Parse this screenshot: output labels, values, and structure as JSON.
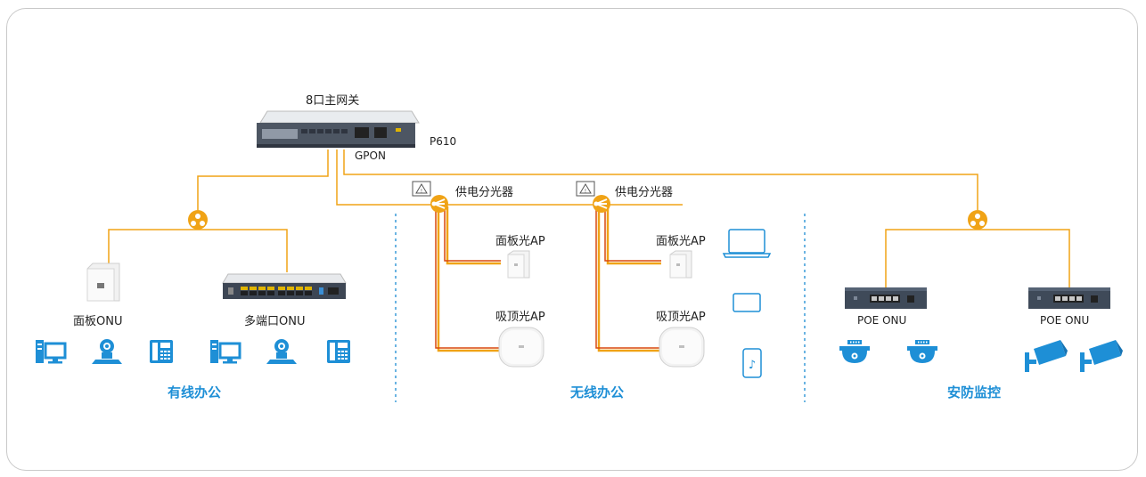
{
  "gateway": {
    "title": "8口主网关",
    "model": "P610",
    "port": "GPON"
  },
  "splitters": [
    {
      "label": "供电分光器"
    },
    {
      "label": "供电分光器"
    }
  ],
  "wired": {
    "devices": [
      "面板ONU",
      "多端口ONU"
    ],
    "section": "有线办公"
  },
  "wireless": {
    "ap_panel": "面板光AP",
    "ap_ceiling": "吸顶光AP",
    "section": "无线办公"
  },
  "security": {
    "onu": "POE ONU",
    "section": "安防监控"
  },
  "colors": {
    "fiber": "#f0a316",
    "fiber_dark": "#d9480f",
    "accent_blue": "#1e8fd6",
    "divider": "#3a9bd8"
  },
  "icons": [
    "router-icon",
    "splitter-icon",
    "power-splitter-icon",
    "panel-onu-icon",
    "switch-icon",
    "pc-icon",
    "video-conference-icon",
    "ip-phone-icon",
    "panel-ap-icon",
    "ceiling-ap-icon",
    "laptop-icon",
    "tablet-icon",
    "phone-icon",
    "poe-onu-icon",
    "dome-camera-icon",
    "bullet-camera-icon"
  ]
}
